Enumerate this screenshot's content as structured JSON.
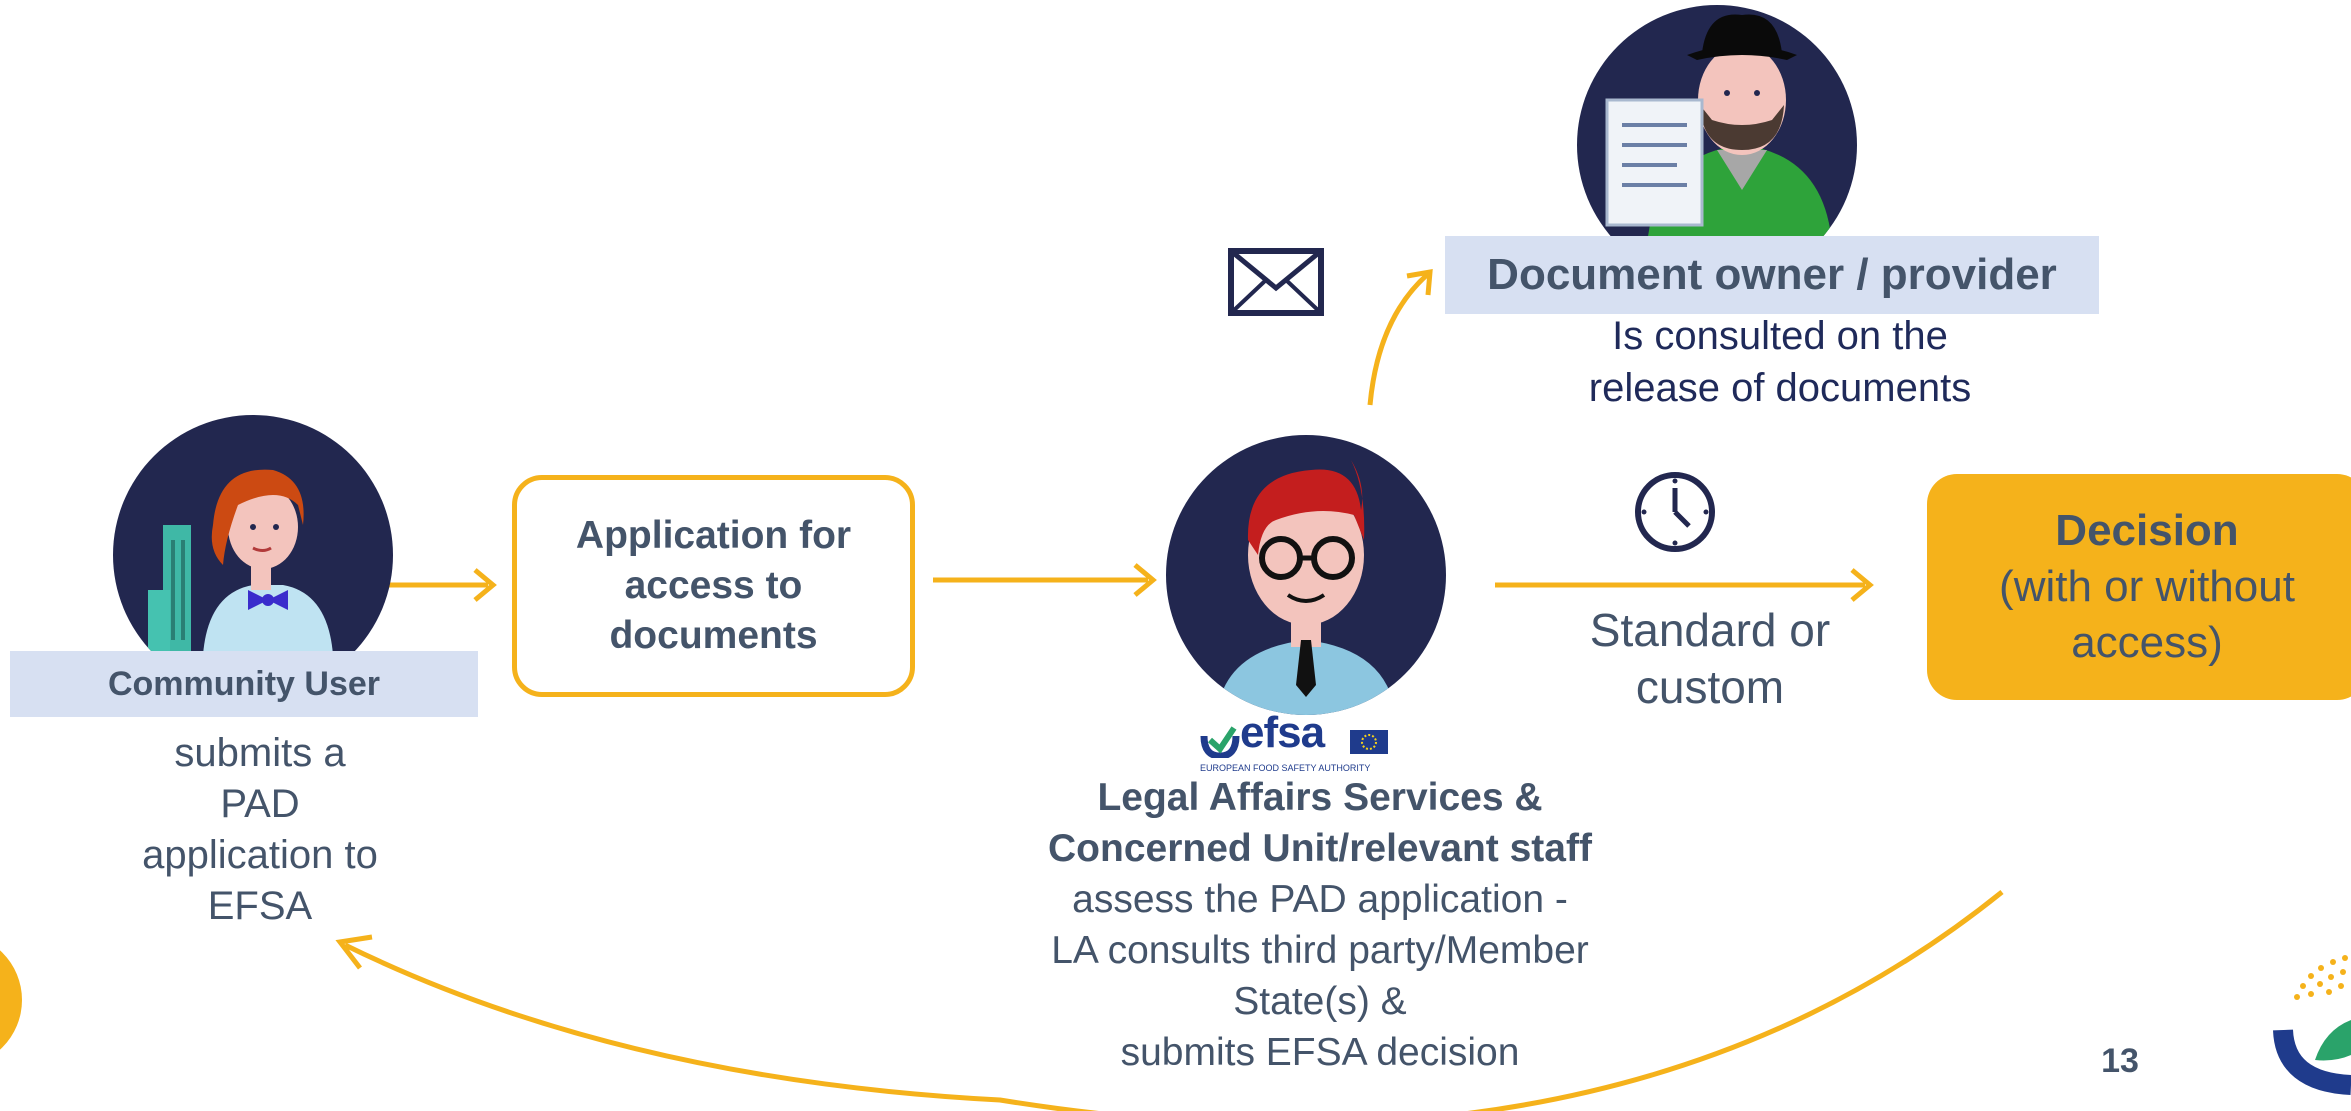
{
  "community_user": {
    "label": "Community User",
    "description": [
      "submits a",
      "PAD",
      "application to",
      "EFSA"
    ]
  },
  "application_box": {
    "lines": [
      "Application for",
      "access to",
      "documents"
    ]
  },
  "legal_affairs": {
    "title_lines": [
      "Legal Affairs Services &",
      "Concerned Unit/relevant staff"
    ],
    "description_lines": [
      "assess the PAD application -",
      "LA consults third party/Member",
      "State(s) &",
      "submits EFSA decision"
    ]
  },
  "efsa_logo": {
    "wordmark": "efsa",
    "subtitle": "EUROPEAN FOOD SAFETY AUTHORITY"
  },
  "document_owner": {
    "label": "Document owner / provider",
    "description": [
      "Is consulted on the",
      "release of documents"
    ]
  },
  "procedure": {
    "lines": [
      "Standard or",
      "custom"
    ]
  },
  "decision": {
    "title": "Decision",
    "lines": [
      "(with or without",
      "access)"
    ]
  },
  "page_number": "13",
  "icons": [
    "envelope-icon",
    "clock-icon",
    "person-community-user",
    "person-legal-officer",
    "person-document-owner"
  ],
  "colors": {
    "accent": "#f5b21b",
    "navy": "#22274f",
    "label_bg": "#d7e0f2",
    "text": "#44546a"
  }
}
